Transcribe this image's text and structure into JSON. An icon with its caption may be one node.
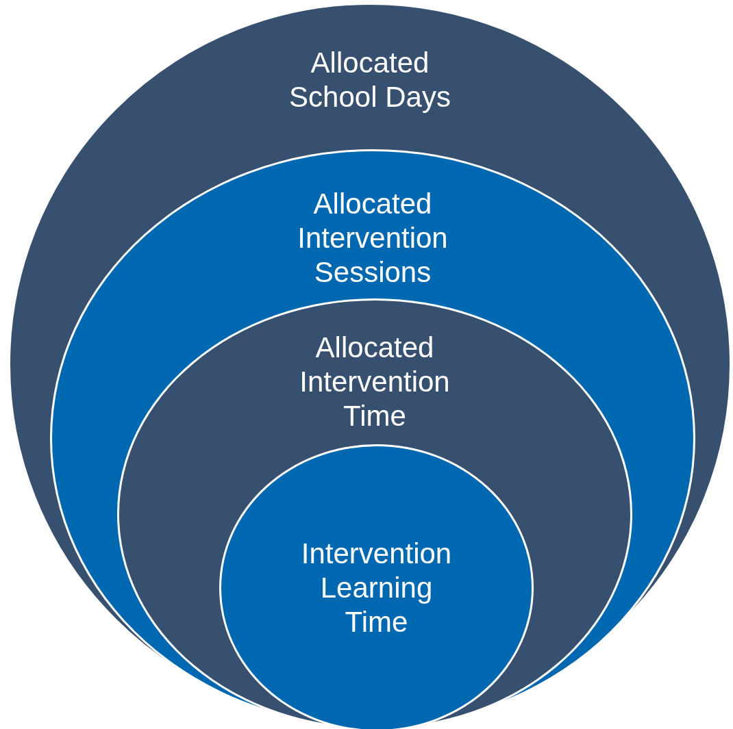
{
  "diagram": {
    "nodes": [
      {
        "text": [
          "Allocated School Days"
        ]
      },
      {
        "text": [
          "Allocated Intervention Sessions"
        ],
        "in": 0
      },
      {
        "text": [
          "Allocated Intervention Time"
        ],
        "in": 1
      },
      {
        "text": [
          "Intervention Learning Time"
        ],
        "in": 2
      }
    ]
  }
}
